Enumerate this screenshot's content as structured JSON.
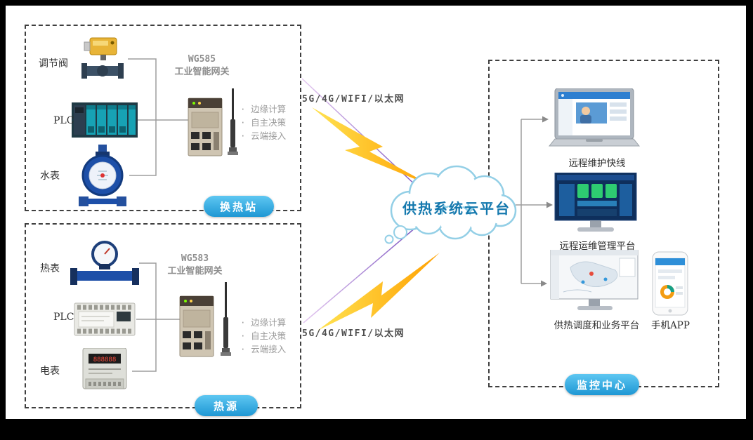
{
  "colors": {
    "badge_blue_light": "#5ec7f2",
    "badge_blue_dark": "#1e97d4",
    "cloud_text": "#1579ae",
    "cloud_outline": "#93cfe6",
    "lightning_yellow": "#ffe352",
    "lightning_orange": "#ffa000",
    "connector_gray": "#9d9d9d"
  },
  "heat_exchange_station": {
    "badge": "换热站",
    "devices": [
      {
        "label": "调节阀",
        "icon": "valve-icon"
      },
      {
        "label": "PLC",
        "icon": "plc-rack-icon"
      },
      {
        "label": "水表",
        "icon": "water-meter-icon"
      }
    ],
    "gateway": {
      "model": "WG585",
      "name": "工业智能网关",
      "features": [
        "边缘计算",
        "自主决策",
        "云端接入"
      ]
    }
  },
  "heat_source": {
    "badge": "热源",
    "devices": [
      {
        "label": "热表",
        "icon": "heat-meter-icon"
      },
      {
        "label": "PLC",
        "icon": "plc-module-icon"
      },
      {
        "label": "电表",
        "icon": "energy-meter-icon"
      }
    ],
    "gateway": {
      "model": "WG583",
      "name": "工业智能网关",
      "features": [
        "边缘计算",
        "自主决策",
        "云端接入"
      ]
    }
  },
  "links": {
    "top_label": "5G/4G/WIFI/以太网",
    "bottom_label": "5G/4G/WIFI/以太网"
  },
  "cloud": {
    "label": "供热系统云平台"
  },
  "monitoring_center": {
    "badge": "监控中心",
    "items": [
      {
        "label": "远程维护快线",
        "device": "laptop"
      },
      {
        "label": "远程运维管理平台",
        "device": "desktop-monitor"
      },
      {
        "label": "供热调度和业务平台",
        "device": "desktop-monitor"
      },
      {
        "label": "手机APP",
        "device": "smartphone"
      }
    ]
  }
}
